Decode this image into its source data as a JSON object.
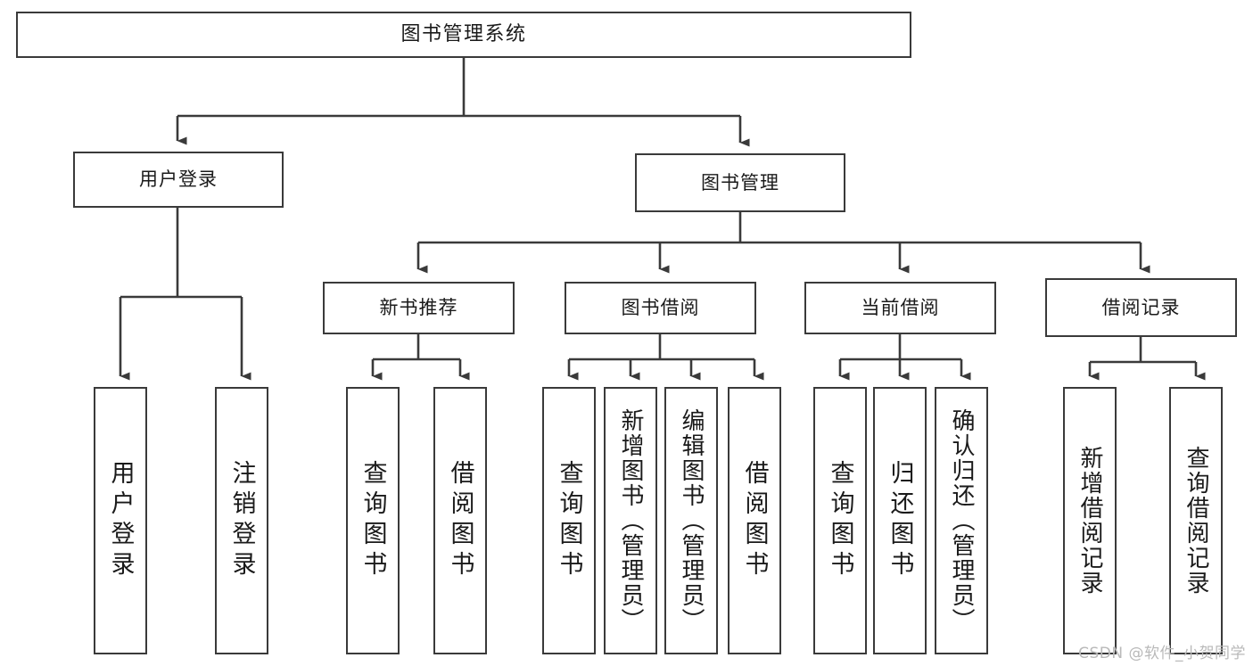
{
  "diagram": {
    "title": "图书管理系统",
    "watermark": "CSDN @软件_小贺同学",
    "colors": {
      "background": "#ffffff",
      "node_border": "#3a3a3a",
      "node_fill": "#ffffff",
      "connector": "#3a3a3a",
      "text": "#1a1a1a",
      "watermark": "#b9b9b9"
    },
    "root": {
      "label": "图书管理系统"
    },
    "level2": [
      {
        "id": "user-login",
        "label": "用户登录"
      },
      {
        "id": "book-manage",
        "label": "图书管理"
      }
    ],
    "level3": [
      {
        "id": "new-book-recommend",
        "label": "新书推荐",
        "parent": "book-manage"
      },
      {
        "id": "book-borrow",
        "label": "图书借阅",
        "parent": "book-manage"
      },
      {
        "id": "current-borrow",
        "label": "当前借阅",
        "parent": "book-manage"
      },
      {
        "id": "borrow-record",
        "label": "借阅记录",
        "parent": "book-manage"
      }
    ],
    "leaves": [
      {
        "id": "leaf-user-login",
        "label": "用户登录",
        "parent": "user-login"
      },
      {
        "id": "leaf-user-logout",
        "label": "注销登录",
        "parent": "user-login"
      },
      {
        "id": "leaf-query-book-1",
        "label": "查询图书",
        "parent": "new-book-recommend"
      },
      {
        "id": "leaf-borrow-book-1",
        "label": "借阅图书",
        "parent": "new-book-recommend"
      },
      {
        "id": "leaf-query-book-2",
        "label": "查询图书",
        "parent": "book-borrow"
      },
      {
        "id": "leaf-add-book",
        "label": "新增图书（管理员）",
        "parent": "book-borrow"
      },
      {
        "id": "leaf-edit-book",
        "label": "编辑图书（管理员）",
        "parent": "book-borrow"
      },
      {
        "id": "leaf-borrow-book-2",
        "label": "借阅图书",
        "parent": "book-borrow"
      },
      {
        "id": "leaf-query-book-3",
        "label": "查询图书",
        "parent": "current-borrow"
      },
      {
        "id": "leaf-return-book",
        "label": "归还图书",
        "parent": "current-borrow"
      },
      {
        "id": "leaf-confirm-return",
        "label": "确认归还（管理员）",
        "parent": "current-borrow"
      },
      {
        "id": "leaf-add-record",
        "label": "新增借阅记录",
        "parent": "borrow-record"
      },
      {
        "id": "leaf-query-record",
        "label": "查询借阅记录",
        "parent": "borrow-record"
      }
    ]
  }
}
